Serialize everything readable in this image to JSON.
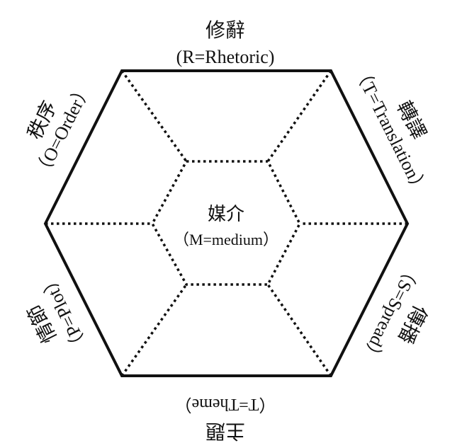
{
  "center": {
    "zh": "媒介",
    "en": "（M=medium）"
  },
  "sides": [
    {
      "key": "rhetoric",
      "zh": "修辭",
      "en": "(R=Rhetoric)"
    },
    {
      "key": "translation",
      "zh": "轉譯",
      "en": "（T=Translation）"
    },
    {
      "key": "spread",
      "zh": "傳播",
      "en": "（S=Spread）"
    },
    {
      "key": "theme",
      "zh": "主題",
      "en": "（T=Theme）"
    },
    {
      "key": "plot",
      "zh": "情節",
      "en": "（P=Plot）"
    },
    {
      "key": "order",
      "zh": "秩序",
      "en": "（O=Order）"
    }
  ],
  "colors": {
    "stroke": "#111111",
    "text": "#111111",
    "background": "#ffffff"
  }
}
